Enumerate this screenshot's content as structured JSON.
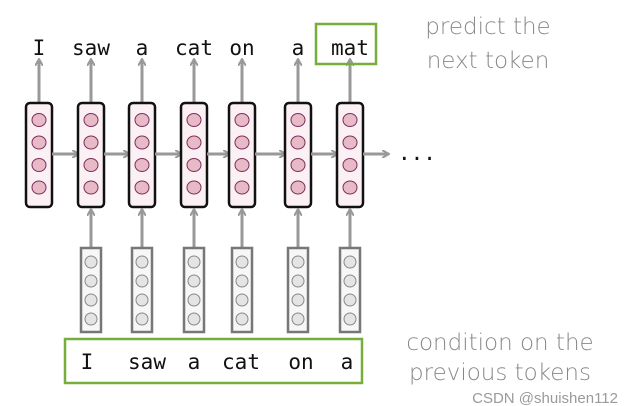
{
  "output_tokens": [
    "I",
    "saw",
    "a",
    "cat",
    "on",
    "a",
    "mat"
  ],
  "highlighted_output": "mat",
  "input_tokens": [
    "I",
    "saw",
    "a",
    "cat",
    "on",
    "a"
  ],
  "continuation": "...",
  "caption_top": [
    "predict the",
    "next token"
  ],
  "caption_bottom": [
    "condition on the",
    "previous tokens"
  ],
  "watermark": "CSDN @shuishen112",
  "units_per_cell": 4,
  "colors": {
    "hidden_fill": "#fbf1f4",
    "hidden_unit": "#e8b9c7",
    "hidden_unit_stroke": "#7a2f5a",
    "embed_fill": "#f7f7f7",
    "embed_stroke": "#777777",
    "embed_unit": "#e4e4e4",
    "arrow": "#999999",
    "highlight": "#77ad3a"
  }
}
